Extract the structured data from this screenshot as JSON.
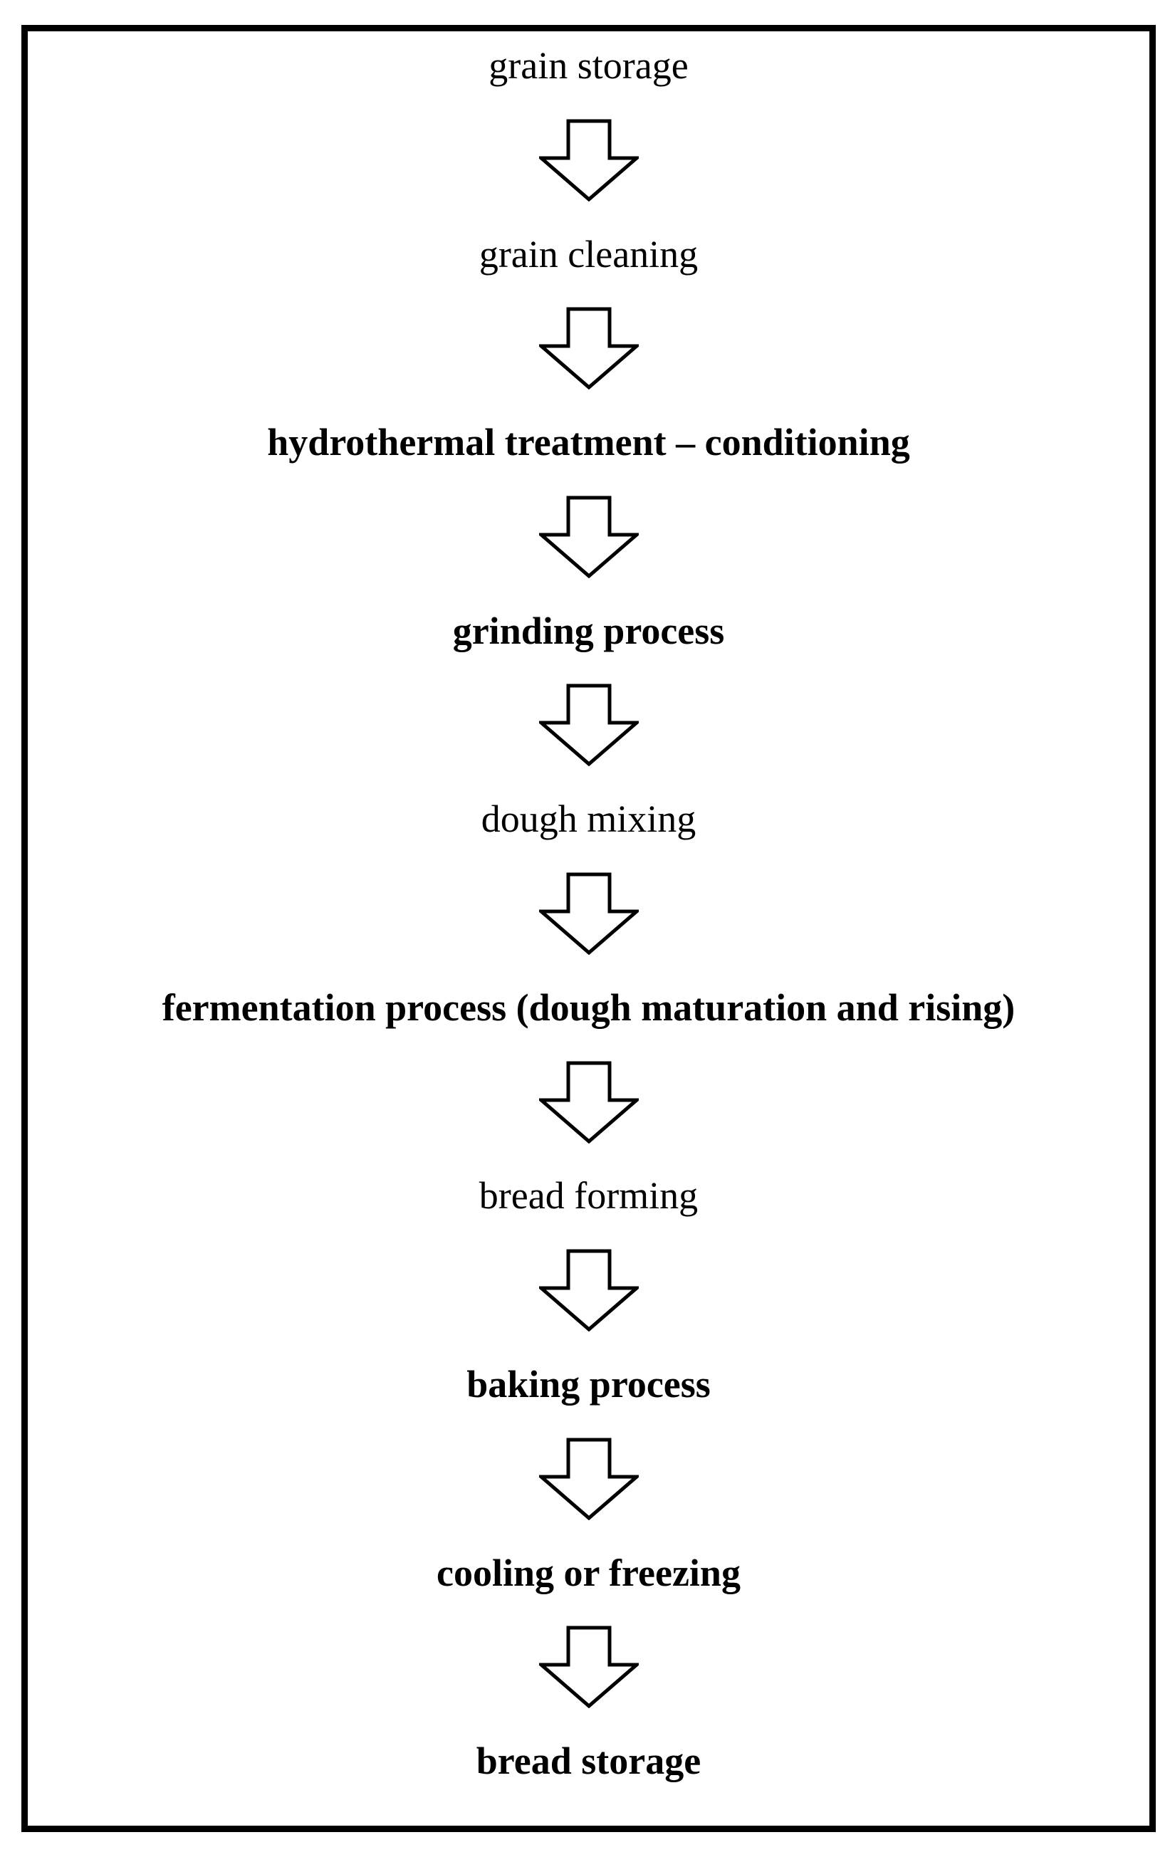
{
  "diagram": {
    "type": "flowchart",
    "direction": "top-to-bottom",
    "colors": {
      "background": "#ffffff",
      "border": "#000000",
      "text": "#000000",
      "arrow_outline": "#000000",
      "arrow_fill": "#ffffff"
    },
    "connector_icon": "down-arrow-icon",
    "steps": [
      {
        "label": "grain storage",
        "bold": false
      },
      {
        "label": "grain cleaning",
        "bold": false
      },
      {
        "label": "hydrothermal treatment – conditioning",
        "bold": true
      },
      {
        "label": "grinding process",
        "bold": true
      },
      {
        "label": "dough mixing",
        "bold": false
      },
      {
        "label": "fermentation process (dough maturation and rising)",
        "bold": true
      },
      {
        "label": "bread forming",
        "bold": false
      },
      {
        "label": "baking process",
        "bold": true
      },
      {
        "label": "cooling or freezing",
        "bold": true
      },
      {
        "label": "bread storage",
        "bold": true
      }
    ]
  }
}
